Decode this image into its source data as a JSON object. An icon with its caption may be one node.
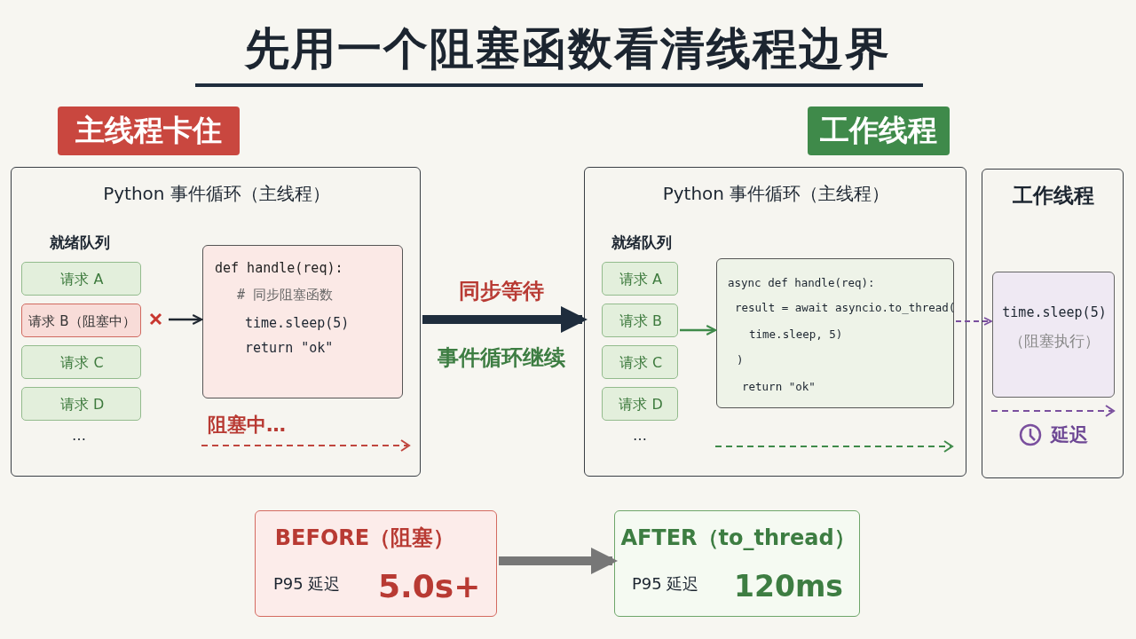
{
  "diagram": {
    "title": "先用一个阻塞函数看清线程边界",
    "nodes": [
      {
        "text": [
          "主线程卡住"
        ]
      },
      {
        "text": [
          "Python 事件循环（主线程）",
          "就绪队列",
          "…",
          "阻塞中…"
        ]
      },
      {
        "text": [
          "请求 A"
        ],
        "in": 1
      },
      {
        "text": [
          "请求 B（阻塞中）"
        ],
        "in": 1
      },
      {
        "text": [
          "请求 C"
        ],
        "in": 1
      },
      {
        "text": [
          "请求 D"
        ],
        "in": 1
      },
      {
        "text": [
          "def handle(req):",
          "# 同步阻塞函数",
          "time.sleep(5)",
          "return \"ok\""
        ],
        "in": 1
      },
      {
        "text": [
          "工作线程"
        ]
      },
      {
        "text": [
          "Python 事件循环（主线程）",
          "就绪队列",
          "…"
        ]
      },
      {
        "text": [
          "请求 A"
        ],
        "in": 8
      },
      {
        "text": [
          "请求 B"
        ],
        "in": 8
      },
      {
        "text": [
          "请求 C"
        ],
        "in": 8
      },
      {
        "text": [
          "请求 D"
        ],
        "in": 8
      },
      {
        "text": [
          "async def handle(req):",
          "result = await asyncio.to_thread(",
          "time.sleep, 5)",
          ")",
          "return \"ok\""
        ],
        "in": 8
      },
      {
        "text": [
          "工作线程",
          "延迟"
        ]
      },
      {
        "text": [
          "time.sleep(5)",
          "（阻塞执行）"
        ],
        "in": 14
      },
      {
        "text": [
          "BEFORE（阻塞）",
          "P95 延迟",
          "5.0s+"
        ]
      },
      {
        "text": [
          "AFTER（to_thread）",
          "P95 延迟",
          "120ms"
        ]
      }
    ],
    "edges": [
      {
        "from": null,
        "to": 6,
        "arrow": "to",
        "color": "#1f2730"
      },
      {
        "from": 1,
        "to": 8,
        "arrow": "to",
        "label": "同步等待",
        "style": "thick",
        "color": "#1f2d3d"
      },
      {
        "from": 10,
        "to": 13,
        "arrow": "to",
        "color": "#3f8a4a"
      },
      {
        "from": 13,
        "to": 15,
        "arrow": "to",
        "style": "dashed",
        "color": "#7a4f9e"
      },
      {
        "from": 16,
        "to": 17,
        "arrow": "to",
        "style": "thick",
        "color": "#777777"
      }
    ],
    "labels": [
      "事件循环继续"
    ]
  }
}
